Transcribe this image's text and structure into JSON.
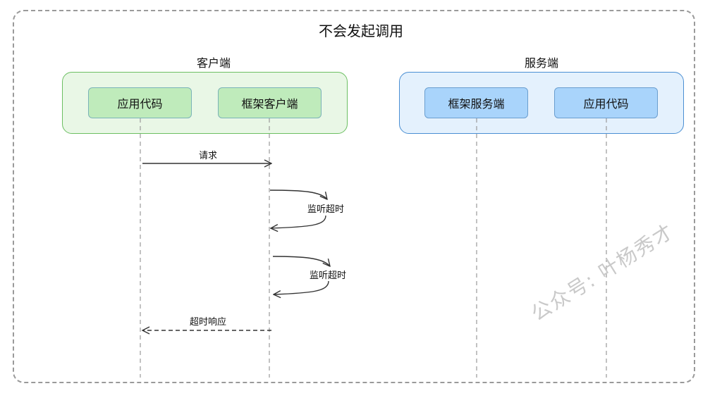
{
  "title": "不会发起调用",
  "groups": {
    "client": {
      "label": "客户端",
      "nodes": [
        "应用代码",
        "框架客户端"
      ]
    },
    "server": {
      "label": "服务端",
      "nodes": [
        "框架服务端",
        "应用代码"
      ]
    }
  },
  "messages": {
    "request": "请求",
    "timeout_watch_1": "监听超时",
    "timeout_watch_2": "监听超时",
    "timeout_response": "超时响应"
  },
  "watermark": "公众号: 叶杨秀才",
  "colors": {
    "client_bg": "#e9f7e6",
    "client_border": "#6cbf62",
    "client_node": "#bfebbb",
    "server_bg": "#e4f1fd",
    "server_border": "#4a8fd3",
    "server_node": "#a9d4fb",
    "frame": "#9a9a9a",
    "watermark": "#c9c9c9"
  }
}
